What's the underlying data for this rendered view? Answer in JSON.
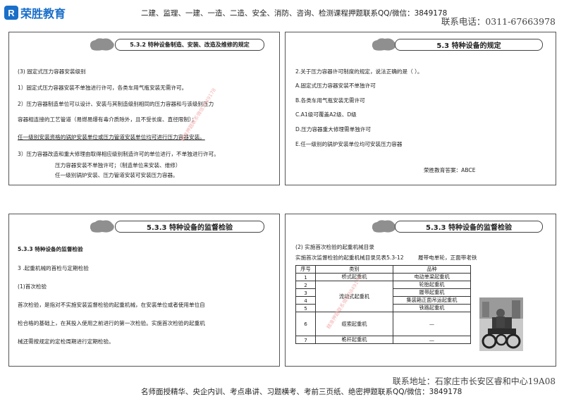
{
  "header": {
    "logo_mark": "R",
    "logo_text": "荣胜教育",
    "banner": "二建、监理、一建、一造、二造、安全、消防、咨询、检测课程押题联系QQ/微信：3849178",
    "phone": "联系电话：0311-67663978"
  },
  "footer": {
    "address": "联系地址：石家庄市长安区睿和中心19A08",
    "banner": "名师面授精华、央企内训、考点串讲、习题横考、考前三页纸、绝密押题联系QQ/微信：3849178"
  },
  "slide1": {
    "title": "5.3.2 特种设备制造、安装、改造及维修的规定",
    "lines": [
      "(3) 固定式压力容器安装级别",
      "1）固定式压力容器安装不单独进行许可，各类车用气瓶安装无需许可。",
      "2）压力容器制造单位可以设计、安装与其制造级别相同的压力容器和与该级别压力",
      "容器相连接的工艺管道（易燃易爆有毒介质除外，且不受长度、直径限制）；",
      "任一级别安装资格的锅炉安装单位或压力管道安装单位均可进行压力容器安装。",
      "3）压力容器改造和重大修理由取得相应级别制造许可的单位进行，不单独进行许可。",
      "压力容器安装不单独许可；（制造单位来安装、维修）",
      "任一级别锅炉安装、压力管道安装可安装压力容器。"
    ],
    "watermark": "精准押题联系微信3849178"
  },
  "slide2": {
    "title": "5.3 特种设备的规定",
    "question": "2.关于压力容器许可制度的规定，说法正确的是（    ）。",
    "options": [
      "A.固定式压力容器安装不单独许可",
      "B.各类车用气瓶安装无需许可",
      "C.A1级可覆盖A2级、D级",
      "D.压力容器重大修理需单独许可",
      "E.任一级别的锅炉安装单位均可安装压力容器"
    ],
    "answer": "荣胜教育答案：ABCE"
  },
  "slide3": {
    "title": "5.3.3 特种设备的监督检验",
    "lines": [
      "5.3.3 特种设备的监督检验",
      "3 .起重机械的首检与定期检验",
      "(1)首次检验",
      "首次检验，是指对不实施安装监督检验的起重机械，在安装单位或者使用单位自",
      "检合格的基础上，在其投入使用之前进行的第一次检验。实施首次检验的起重机",
      "械还需按规定的定检周期进行定期检验。"
    ]
  },
  "slide4": {
    "title": "5.3.3 特种设备的监督检验",
    "heading": "(2) 实施首次检验的起重机械目录",
    "caption": "实施首次监督检验的起重机械目录见表5.3-12",
    "note": "履带电单轮，正面带老铁",
    "table": {
      "headers": [
        "序号",
        "类别",
        "品种"
      ],
      "rows": [
        [
          "1",
          "桥式起重机",
          "电动单梁起重机"
        ],
        [
          "2",
          "",
          "轮胎起重机"
        ],
        [
          "3",
          "流动式起重机",
          "履带起重机"
        ],
        [
          "4",
          "",
          "集装箱正面吊运起重机"
        ],
        [
          "5",
          "",
          "铁路起重机"
        ],
        [
          "6",
          "缆索起重机",
          "—"
        ],
        [
          "7",
          "桅杆起重机",
          "—"
        ]
      ]
    },
    "watermark": "精准押题联系微信3849178"
  }
}
